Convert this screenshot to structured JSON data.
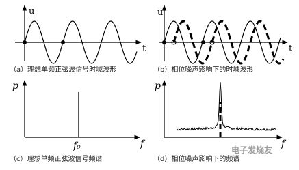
{
  "panels": {
    "a": {
      "caption": "（a）理想单频正弦波信号时域波形",
      "y_label": "u",
      "x_label": "t"
    },
    "b": {
      "caption": "（b）相位噪声影响下的时域波形",
      "y_label": "u",
      "x_label": "t"
    },
    "c": {
      "caption": "（c）理想单频正弦波信号频谱",
      "y_label": "p",
      "x_label": "f",
      "freq_label": "f₀"
    },
    "d": {
      "caption": "（d）相位噪声影响下的频谱",
      "y_label": "p",
      "x_label": "f"
    }
  },
  "watermark": "电子发烧友",
  "colors": {
    "ink": "#000000",
    "caption": "#222222",
    "watermark": "#9c9c9c"
  }
}
